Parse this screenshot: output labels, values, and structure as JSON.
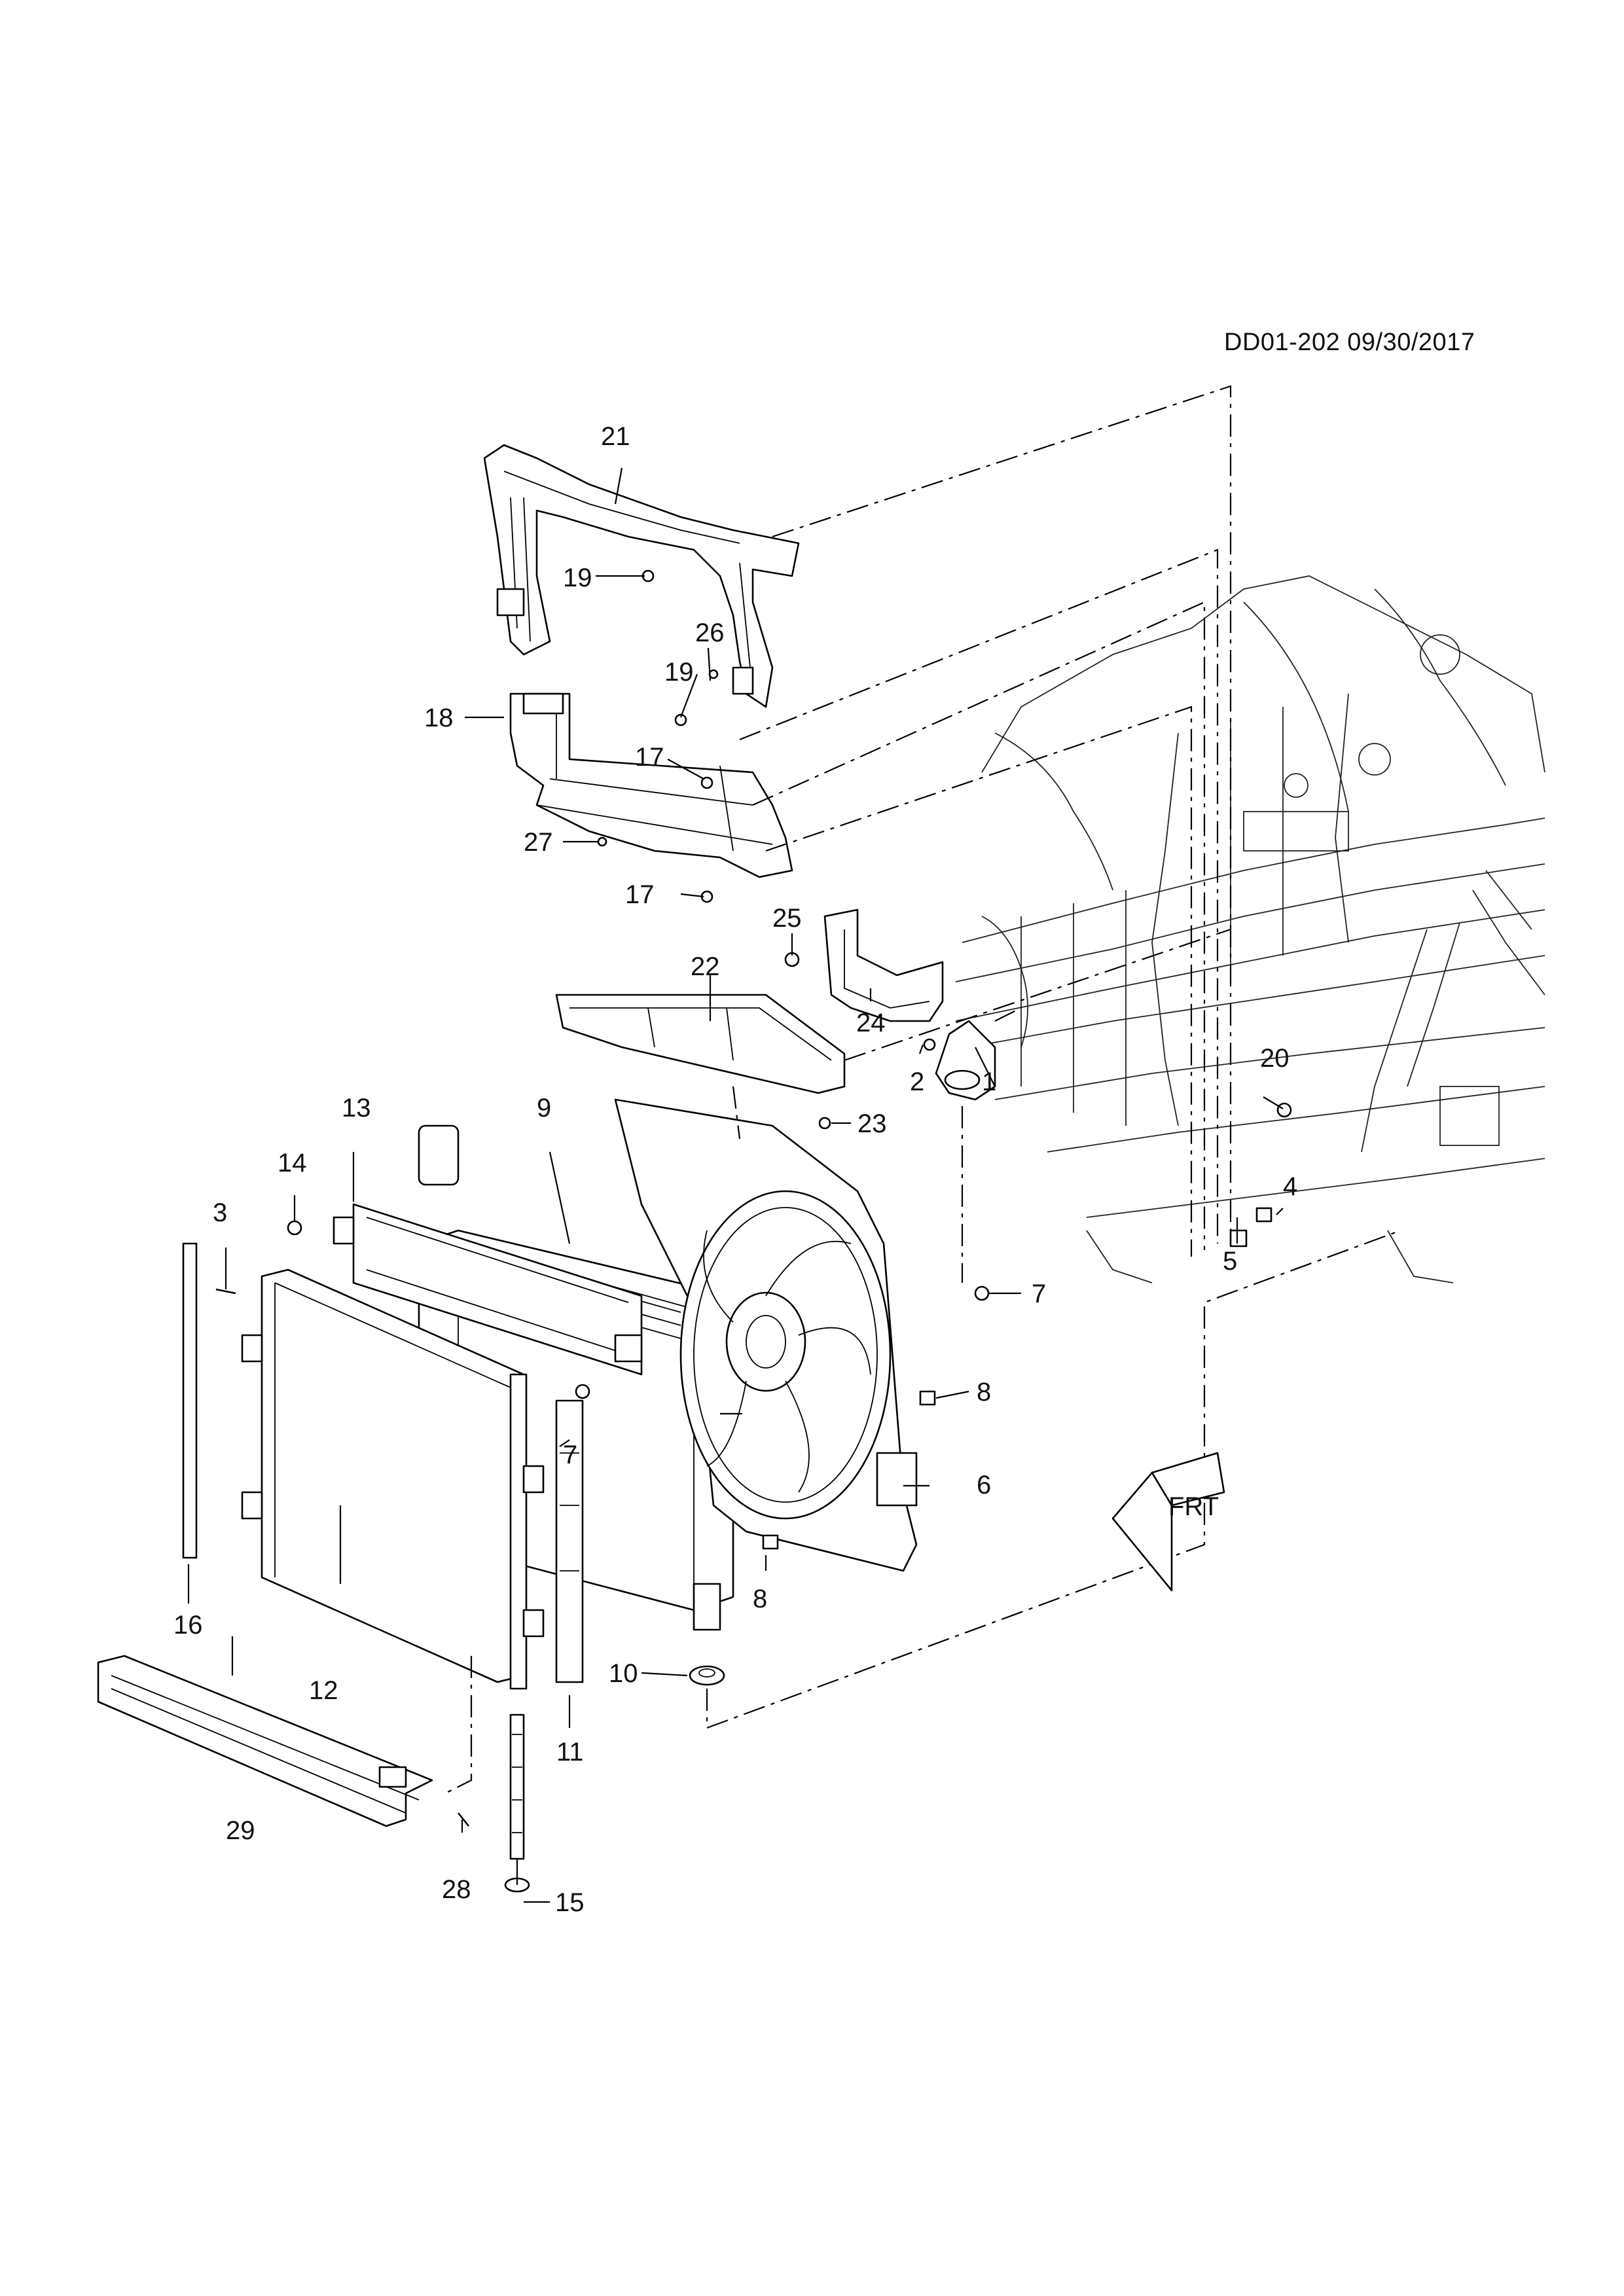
{
  "doc_id": "DD01-202 09/30/2017",
  "callouts": {
    "c1": "1",
    "c2": "2",
    "c3": "3",
    "c4": "4",
    "c5": "5",
    "c6": "6",
    "c7a": "7",
    "c7b": "7",
    "c8a": "8",
    "c8b": "8",
    "c9": "9",
    "c10": "10",
    "c11": "11",
    "c12": "12",
    "c13": "13",
    "c14": "14",
    "c15": "15",
    "c16": "16",
    "c17a": "17",
    "c17b": "17",
    "c18": "18",
    "c19a": "19",
    "c19b": "19",
    "c20": "20",
    "c21": "21",
    "c22": "22",
    "c23": "23",
    "c24": "24",
    "c25": "25",
    "c26": "26",
    "c27": "27",
    "c28": "28",
    "c29": "29"
  },
  "frt_symbol": "FRT"
}
